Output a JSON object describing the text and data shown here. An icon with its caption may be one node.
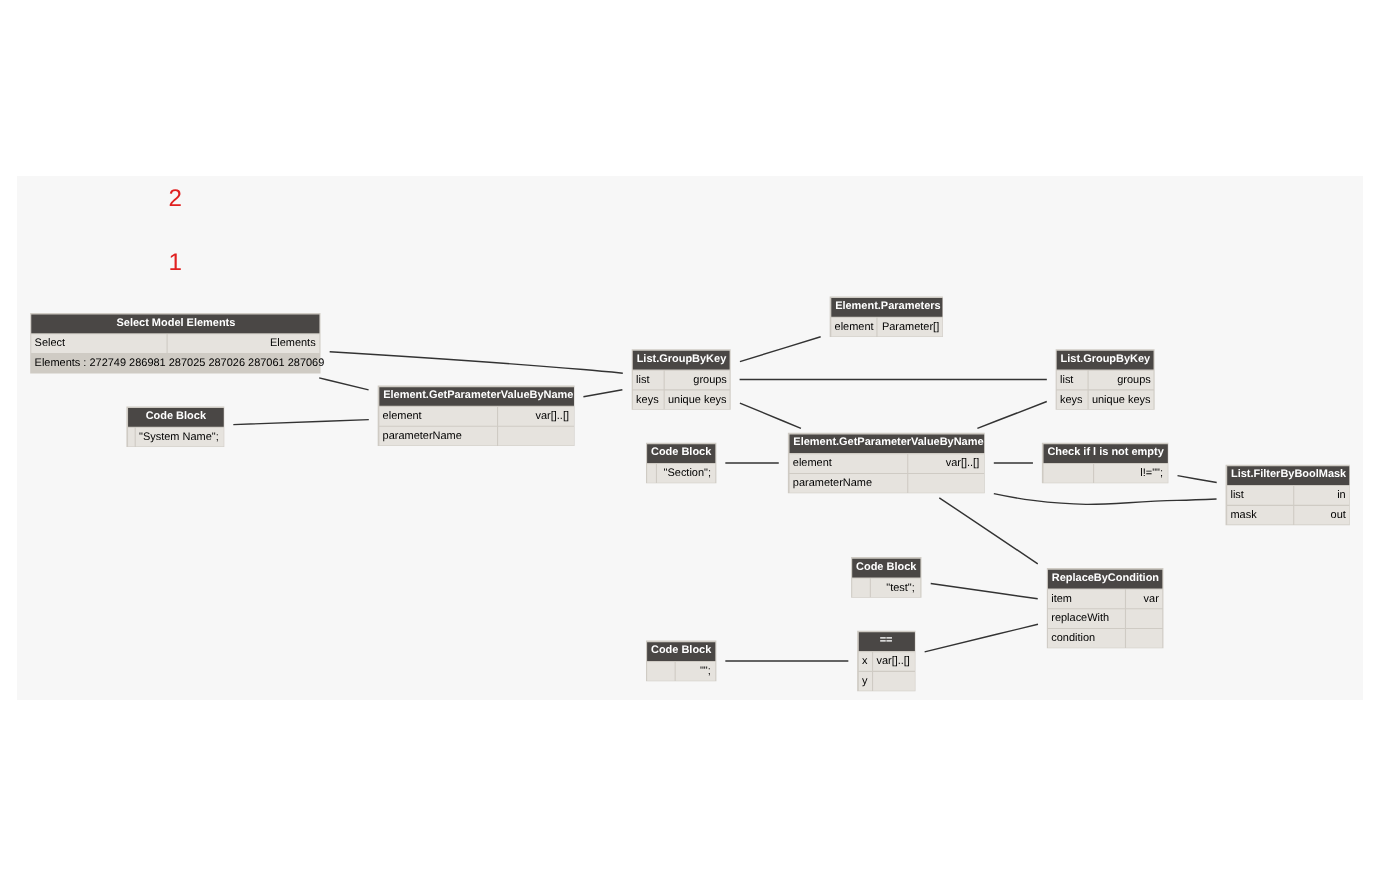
{
  "diagram": {
    "nodes": [
      {
        "text": [
          "Select Model Elements",
          "Select",
          "Elements",
          "Elements : 272749 286981 287025 287026 287061 287069"
        ]
      },
      {
        "text": [
          "Element.GetParameterValueByName",
          "element",
          "parameterName",
          "var[]..[]"
        ]
      },
      {
        "text": [
          "Code Block",
          "\"System Name\";"
        ]
      },
      {
        "text": [
          "List.GroupByKey",
          "list",
          "keys",
          "groups",
          "unique keys"
        ]
      },
      {
        "text": [
          "Code Block",
          "\"Section\";"
        ]
      },
      {
        "text": [
          "Element.GetParameterValueByName",
          "element",
          "parameterName",
          "var[]..[]"
        ]
      },
      {
        "text": [
          "List.GroupByKey",
          "list",
          "keys",
          "groups",
          "unique keys"
        ]
      },
      {
        "text": [
          "Element.Parameters",
          "element",
          "Parameter[]"
        ]
      },
      {
        "text": [
          "Code Block",
          "\"test\";"
        ]
      },
      {
        "text": [
          "ReplaceByCondition",
          "item",
          "replaceWith",
          "condition",
          "var"
        ]
      },
      {
        "text": [
          "Code Block",
          "\"\";"
        ]
      },
      {
        "text": [
          "==",
          "x",
          "y",
          "var[]..[]"
        ]
      },
      {
        "text": [
          "List.FilterByBoolMask",
          "list",
          "mask",
          "in",
          "out"
        ]
      },
      {
        "text": [
          "Check if l is not empty",
          "l!=\"\";"
        ]
      }
    ],
    "edges": [
      {
        "from": 0,
        "to": 3,
        "arrow": "none"
      },
      {
        "from": 0,
        "to": 1,
        "arrow": "none"
      },
      {
        "from": 2,
        "to": 1,
        "arrow": "none"
      },
      {
        "from": 1,
        "to": 3,
        "arrow": "none"
      },
      {
        "from": 3,
        "to": 6,
        "arrow": "none"
      },
      {
        "from": 3,
        "to": 5,
        "arrow": "none"
      },
      {
        "from": 3,
        "to": 7,
        "arrow": "none"
      },
      {
        "from": 4,
        "to": 5,
        "arrow": "none"
      },
      {
        "from": 5,
        "to": 6,
        "arrow": "none"
      },
      {
        "from": 5,
        "to": 9,
        "arrow": "none"
      },
      {
        "from": 8,
        "to": 9,
        "arrow": "none"
      },
      {
        "from": 10,
        "to": 11,
        "arrow": "none"
      },
      {
        "from": 11,
        "to": 9,
        "arrow": "none"
      },
      {
        "from": 5,
        "to": 12,
        "arrow": "none"
      },
      {
        "from": 5,
        "to": 13,
        "arrow": "none"
      },
      {
        "from": 13,
        "to": 12,
        "arrow": "none"
      }
    ],
    "labels": [
      "1",
      "2"
    ]
  }
}
